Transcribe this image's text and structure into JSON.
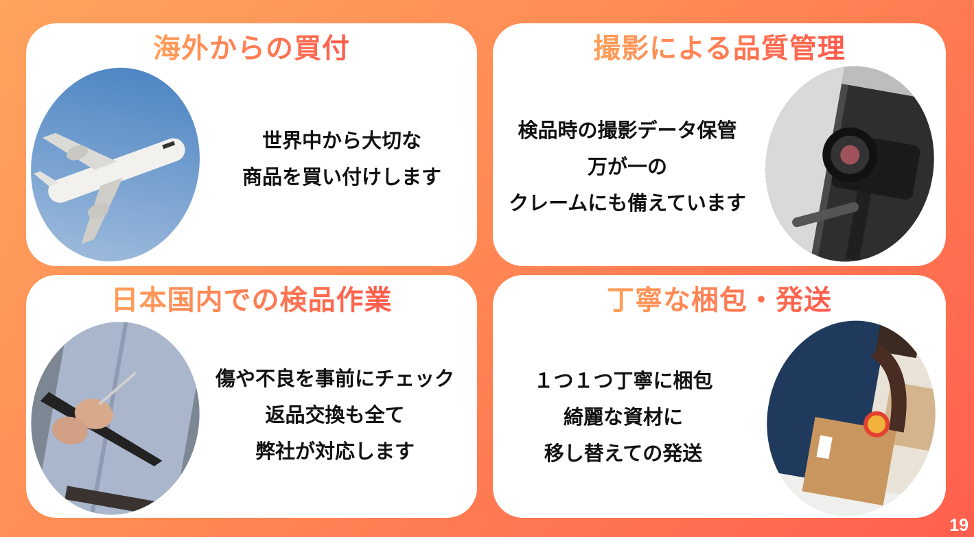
{
  "slide": {
    "page_number": "19",
    "background_gradient": [
      "#ffa35e",
      "#ff5f4e"
    ],
    "title_gradient": [
      "#ffa05a",
      "#ff5a4c"
    ]
  },
  "cards": [
    {
      "title": "海外からの買付",
      "lines": [
        "世界中から大切な",
        "商品を買い付けします"
      ],
      "image": "airplane-photo"
    },
    {
      "title": "撮影による品質管理",
      "lines": [
        "検品時の撮影データ保管",
        "万が一の",
        "クレームにも備えています"
      ],
      "image": "camera-photo"
    },
    {
      "title": "日本国内での検品作業",
      "lines": [
        "傷や不良を事前にチェック",
        "返品交換も全て",
        "弊社が対応します"
      ],
      "image": "inspector-photo"
    },
    {
      "title": "丁寧な梱包・発送",
      "lines": [
        "１つ１つ丁寧に梱包",
        "綺麗な資材に",
        "移し替えての発送"
      ],
      "image": "packing-photo"
    }
  ]
}
